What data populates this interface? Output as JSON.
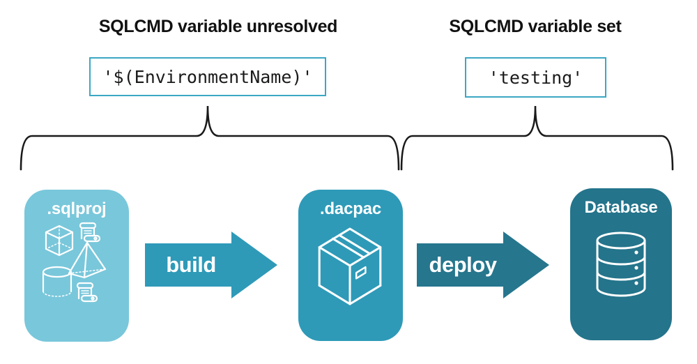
{
  "diagram": {
    "title_context": "SQL project build and deploy flow",
    "annotations": {
      "left": {
        "heading": "SQLCMD variable unresolved",
        "code": "'$(EnvironmentName)'"
      },
      "right": {
        "heading": "SQLCMD variable set",
        "code": "'testing'"
      }
    },
    "pipeline": {
      "stages": [
        {
          "id": "sqlproj",
          "label": ".sqlproj",
          "icon": "sql-objects-icon",
          "fill": "#79C7DB"
        },
        {
          "id": "dacpac",
          "label": ".dacpac",
          "icon": "package-box-icon",
          "fill": "#2E9AB8"
        },
        {
          "id": "database",
          "label": "Database",
          "icon": "database-cylinder-icon",
          "fill": "#24748B"
        }
      ],
      "arrows": [
        {
          "label": "build",
          "fill": "#2E9AB8"
        },
        {
          "label": "deploy",
          "fill": "#26768D"
        }
      ]
    },
    "colors": {
      "background": "#FFFFFF",
      "code_box_border": "#3BA7C4",
      "brace_stroke": "#1A1A1A",
      "heading_text": "#111111",
      "icon_stroke": "#FFFFFF"
    }
  }
}
